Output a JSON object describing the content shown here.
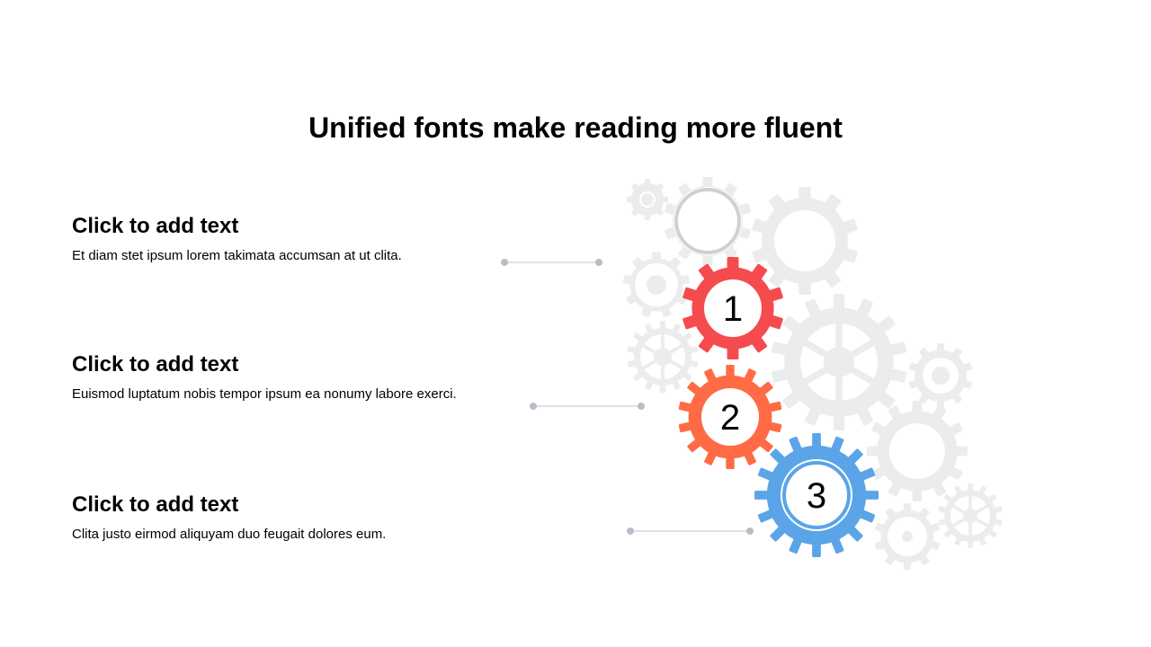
{
  "title": "Unified fonts make reading more fluent",
  "items": [
    {
      "heading": "Click to add text",
      "body": "Et diam stet ipsum lorem takimata accumsan at ut clita.",
      "number": "1",
      "color": "#F54B4F"
    },
    {
      "heading": "Click to add text",
      "body": "Euismod luptatum nobis tempor ipsum ea nonumy labore exerci.",
      "number": "2",
      "color": "#FF6B45"
    },
    {
      "heading": "Click to add text",
      "body": "Clita justo eirmod aliquyam duo feugait dolores eum.",
      "number": "3",
      "color": "#5BA4E8"
    }
  ],
  "colors": {
    "gear_grey": "#EBECEE",
    "connector": "#B8BEC8"
  }
}
